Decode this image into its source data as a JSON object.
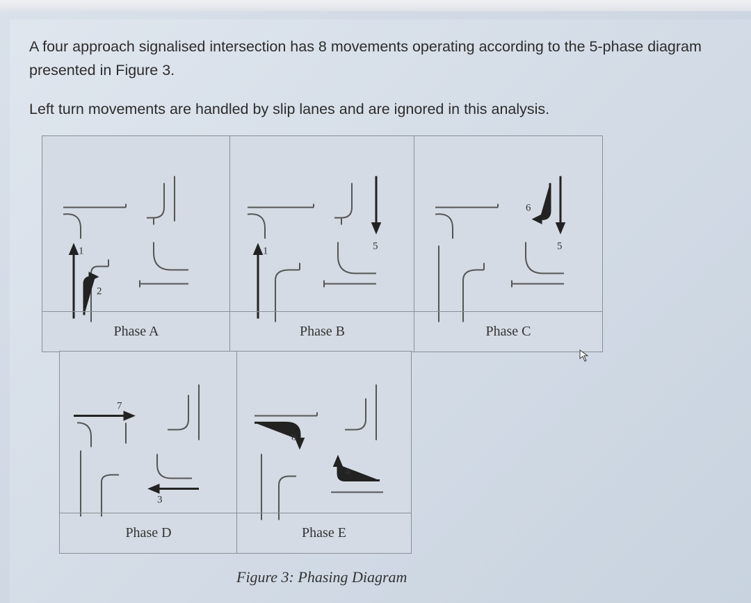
{
  "question": {
    "line1": "A four approach signalised intersection has 8 movements operating according to the 5-phase diagram presented in Figure 3.",
    "line2": "Left turn movements are handled by slip lanes and are ignored in this analysis."
  },
  "figure": {
    "caption": "Figure 3: Phasing Diagram",
    "phases": [
      {
        "label": "Phase A",
        "movements": [
          "1",
          "2"
        ]
      },
      {
        "label": "Phase B",
        "movements": [
          "1",
          "5"
        ]
      },
      {
        "label": "Phase C",
        "movements": [
          "6",
          "5"
        ]
      },
      {
        "label": "Phase D",
        "movements": [
          "7",
          "3"
        ]
      },
      {
        "label": "Phase E",
        "movements": [
          "8",
          "4"
        ]
      }
    ]
  }
}
